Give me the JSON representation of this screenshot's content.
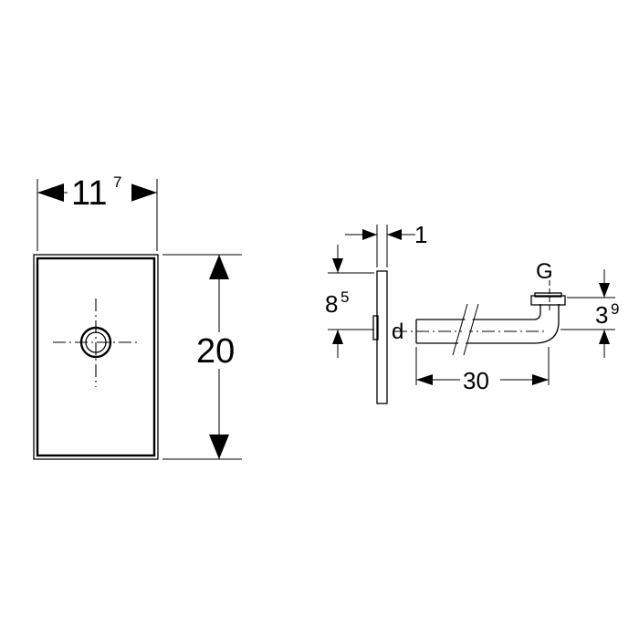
{
  "front_view": {
    "width_label": {
      "main": "11",
      "sup": "7"
    },
    "height_label": "20"
  },
  "side_view": {
    "thickness_label": "1",
    "offset_label": {
      "main": "8",
      "sup": "5"
    },
    "diameter_label": "d",
    "thread_label": "G",
    "height_label": {
      "main": "3",
      "sup": "9"
    },
    "length_label": "30"
  }
}
